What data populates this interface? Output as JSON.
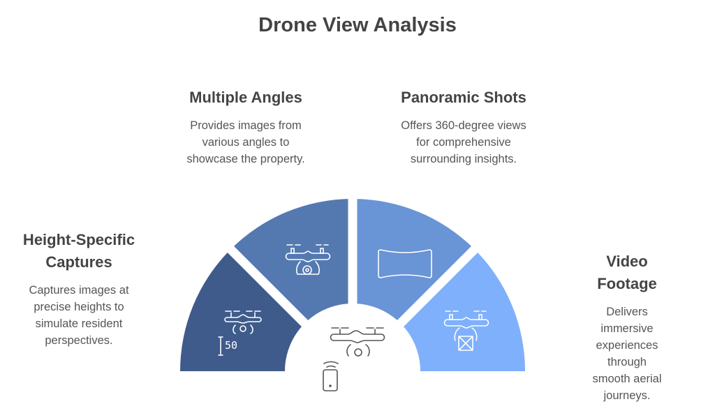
{
  "title": "Drone View Analysis",
  "sections": [
    {
      "title": "Height-Specific Captures",
      "title_lines": [
        "Height-Specific",
        "Captures"
      ],
      "desc_lines": [
        "Captures images at",
        "precise heights to",
        "simulate resident",
        "perspectives."
      ],
      "color": "#3f5b8b",
      "icon": "drone-height-icon",
      "icon_label": "50"
    },
    {
      "title": "Multiple Angles",
      "title_lines": [
        "Multiple Angles"
      ],
      "desc_lines": [
        "Provides images from",
        "various angles to",
        "showcase the property."
      ],
      "color": "#5479b1",
      "icon": "drone-camera-icon"
    },
    {
      "title": "Panoramic Shots",
      "title_lines": [
        "Panoramic Shots"
      ],
      "desc_lines": [
        "Offers 360-degree views",
        "for comprehensive",
        "surrounding insights."
      ],
      "color": "#6994d6",
      "icon": "panorama-icon"
    },
    {
      "title": "Video Footage",
      "title_lines": [
        "Video Footage"
      ],
      "desc_lines": [
        "Delivers immersive",
        "experiences through",
        "smooth aerial journeys."
      ],
      "color": "#7fb0fb",
      "icon": "drone-delivery-icon"
    }
  ],
  "center_icon": "drone-remote-phone-icon"
}
